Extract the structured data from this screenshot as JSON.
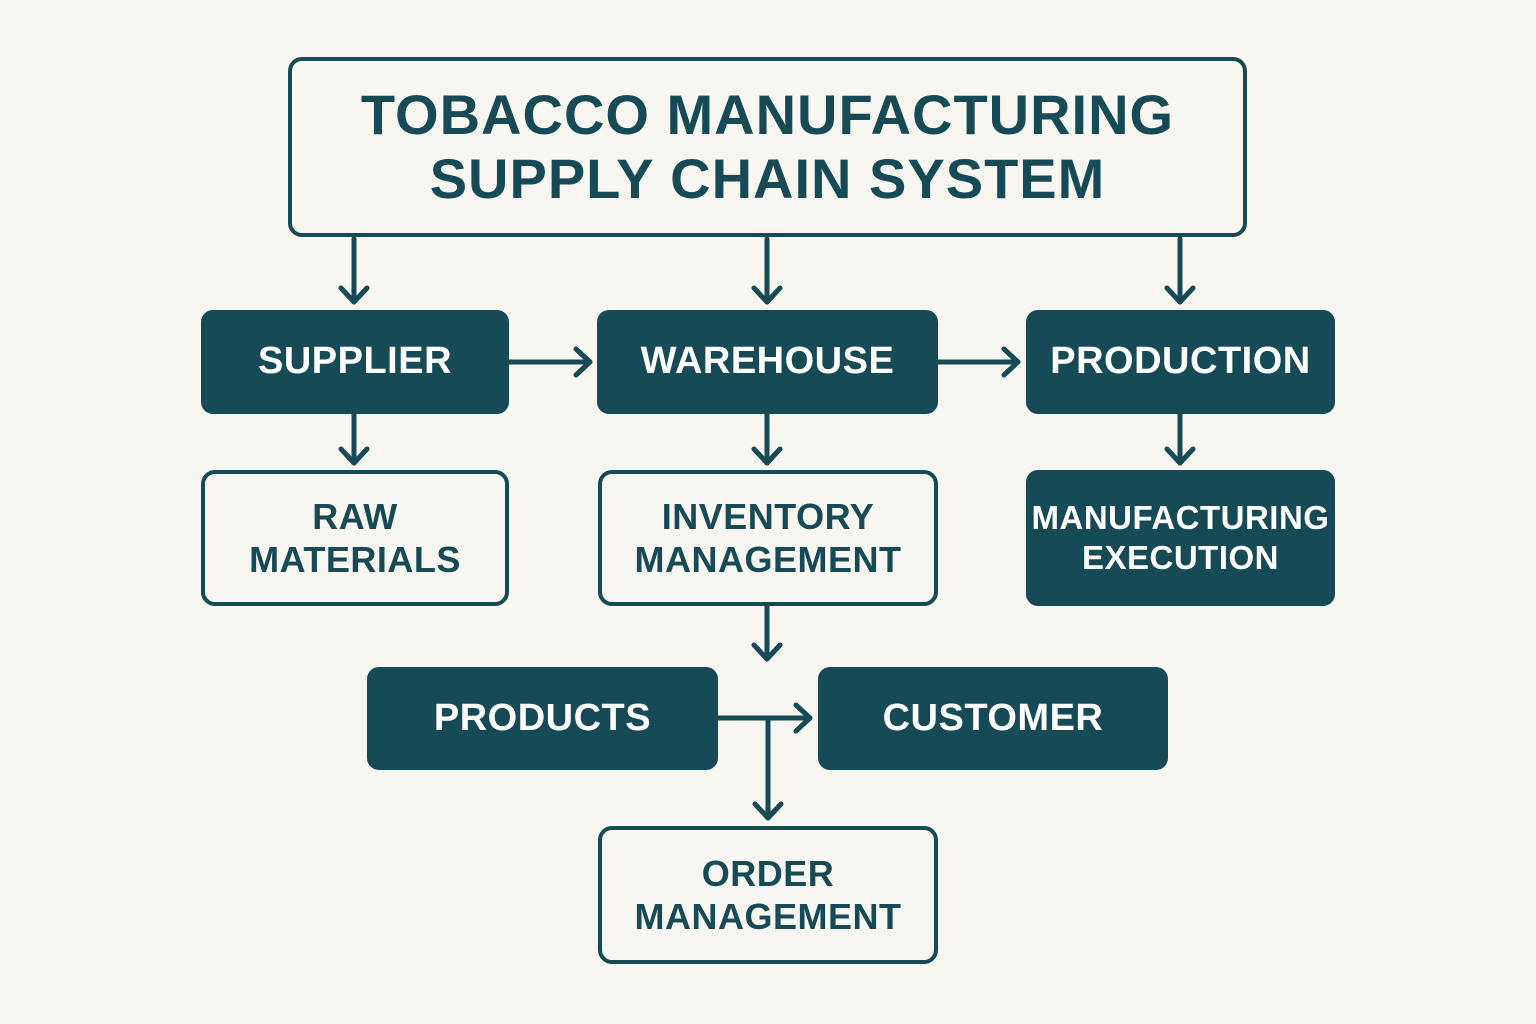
{
  "diagram": {
    "title": {
      "line1": "Tobacco Manufacturing",
      "line2": "Supply Chain System"
    },
    "nodes": {
      "supplier": {
        "label": "Supplier",
        "style": "filled"
      },
      "warehouse": {
        "label": "Warehouse",
        "style": "filled"
      },
      "production": {
        "label": "Production",
        "style": "filled"
      },
      "raw_materials": {
        "line1": "Raw",
        "line2": "Materials",
        "style": "outlined"
      },
      "inventory_management": {
        "line1": "Inventory",
        "line2": "Management",
        "style": "outlined"
      },
      "manufacturing_execution": {
        "line1": "Manufacturing",
        "line2": "Execution",
        "style": "filled"
      },
      "products": {
        "label": "Products",
        "style": "filled"
      },
      "customer": {
        "label": "Customer",
        "style": "filled"
      },
      "order_management": {
        "line1": "Order",
        "line2": "Management",
        "style": "outlined"
      }
    },
    "edges": [
      {
        "from": "title",
        "to": "supplier"
      },
      {
        "from": "title",
        "to": "warehouse"
      },
      {
        "from": "title",
        "to": "production"
      },
      {
        "from": "supplier",
        "to": "warehouse"
      },
      {
        "from": "warehouse",
        "to": "production"
      },
      {
        "from": "supplier",
        "to": "raw_materials"
      },
      {
        "from": "warehouse",
        "to": "inventory_management"
      },
      {
        "from": "production",
        "to": "manufacturing_execution"
      },
      {
        "from": "inventory_management",
        "to": "products_customer_row"
      },
      {
        "from": "products",
        "to": "customer"
      },
      {
        "from": "products",
        "to": "order_management"
      }
    ],
    "colors": {
      "primary": "#154a56",
      "background": "#f8f6f1",
      "filled_text": "#ffffff"
    }
  }
}
